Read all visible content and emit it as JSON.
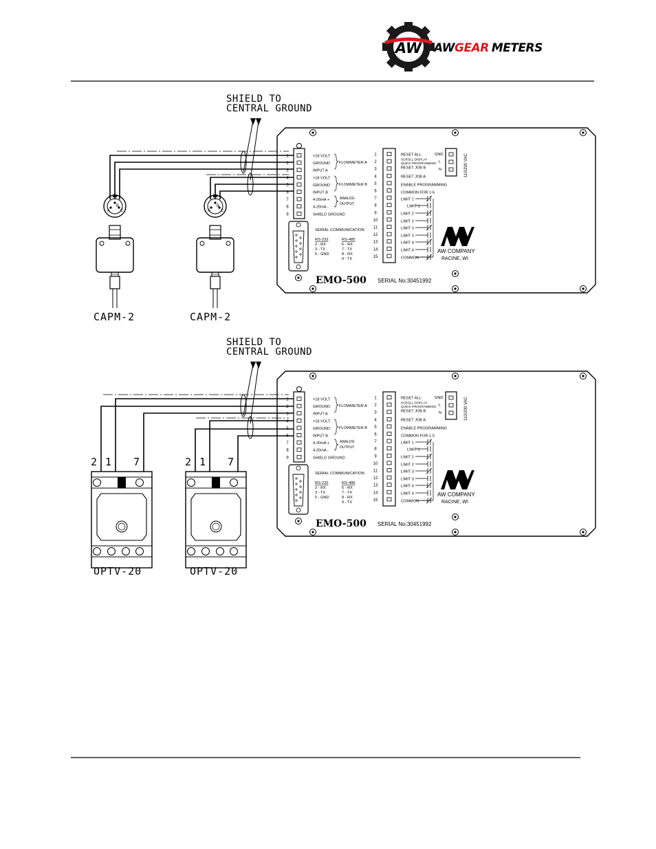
{
  "header": {
    "logo_mark": "AW",
    "brand_aw": "AW",
    "brand_gear": "GEAR",
    "brand_meters": "METERS",
    "brand_red": "#d71920"
  },
  "shield_note": {
    "line1": "SHIELD TO",
    "line2": "CENTRAL GROUND"
  },
  "panel": {
    "model": "EMO-500",
    "serial": "SERIAL No:30451992",
    "company1": "AW COMPANY",
    "company2": "RACINE, WI",
    "power": {
      "gnd": "GND",
      "l": "L",
      "n": "N",
      "label": "110/200 VAC"
    },
    "left_terminals": [
      "1",
      "2",
      "3",
      "4",
      "5",
      "6",
      "7",
      "8",
      "9"
    ],
    "left_labels": [
      "+18 VOLT",
      "GROUND",
      "INPUT A",
      "+18 VOLT",
      "GROUND",
      "INPUT B",
      "4-20mA +",
      "4-20mA -",
      "SHIELD GROUND"
    ],
    "flow_a": "FLOWMETER A",
    "flow_b": "FLOWMETER B",
    "analog1": "ANALOG",
    "analog2": "OUTPUT",
    "serial_comm": "SERIAL COMMUNICATION",
    "rs232": {
      "title": "RS-232",
      "lines": [
        "2 - RX",
        "3 - TX",
        "5 - GND"
      ]
    },
    "rs485": {
      "title": "RS-485",
      "lines": [
        "6 - RX",
        "7 - TX",
        "8 - RX",
        "9 - TX"
      ]
    },
    "right_terminals": [
      "1",
      "2",
      "3",
      "4",
      "5",
      "6",
      "7",
      "8",
      "9",
      "10",
      "11",
      "12",
      "13",
      "14",
      "15"
    ],
    "right_labels": [
      "RESET ALL",
      "SCROLL DISPLAY",
      "QUICK PROGRAMMING",
      "RESET JOB B",
      "RESET JOB A",
      "ENABLE PROGRAMMING",
      "COMMON FOR 1-5",
      "LIMIT 1",
      "LIMIT 1",
      "LIMIT 2",
      "LIMIT 2",
      "LIMIT 3",
      "LIMIT 3",
      "LIMIT 4",
      "LIMIT 4",
      "COMMON"
    ]
  },
  "capm": {
    "label": "CAPM-2",
    "pins": [
      "A",
      "B",
      "C"
    ]
  },
  "optv": {
    "label": "OPTV-20",
    "terminals": [
      "2",
      "1",
      "7"
    ]
  }
}
